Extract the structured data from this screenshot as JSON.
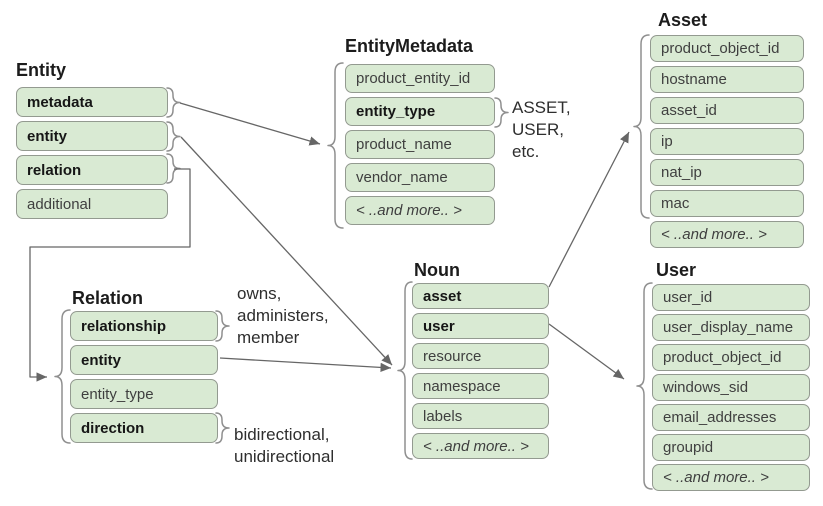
{
  "colors": {
    "field_fill": "#d9ead3",
    "field_border": "#939a90",
    "connector_line": "#666666",
    "brace": "#8f8f8f",
    "title_text": "#1c1c1c",
    "field_text": "#3f3f3f"
  },
  "tables": {
    "entity": {
      "title": "Entity",
      "fields": [
        "metadata",
        "entity",
        "relation",
        "additional"
      ]
    },
    "entity_metadata": {
      "title": "EntityMetadata",
      "fields": [
        "product_entity_id",
        "entity_type",
        "product_name",
        "vendor_name",
        "< ..and more.. >"
      ]
    },
    "asset": {
      "title": "Asset",
      "fields": [
        "product_object_id",
        "hostname",
        "asset_id",
        "ip",
        "nat_ip",
        "mac",
        "< ..and more.. >"
      ]
    },
    "relation": {
      "title": "Relation",
      "fields": [
        "relationship",
        "entity",
        "entity_type",
        "direction"
      ]
    },
    "noun": {
      "title": "Noun",
      "fields": [
        "asset",
        "user",
        "resource",
        "namespace",
        "labels",
        "< ..and more.. >"
      ]
    },
    "user": {
      "title": "User",
      "fields": [
        "user_id",
        "user_display_name",
        "product_object_id",
        "windows_sid",
        "email_addresses",
        "groupid",
        "< ..and more.. >"
      ]
    }
  },
  "annotations": {
    "entity_type_values": [
      "ASSET,",
      "USER,",
      "etc."
    ],
    "relationship_values": [
      "owns,",
      "administers,",
      "member"
    ],
    "direction_values": [
      "bidirectional,",
      "unidirectional"
    ]
  }
}
